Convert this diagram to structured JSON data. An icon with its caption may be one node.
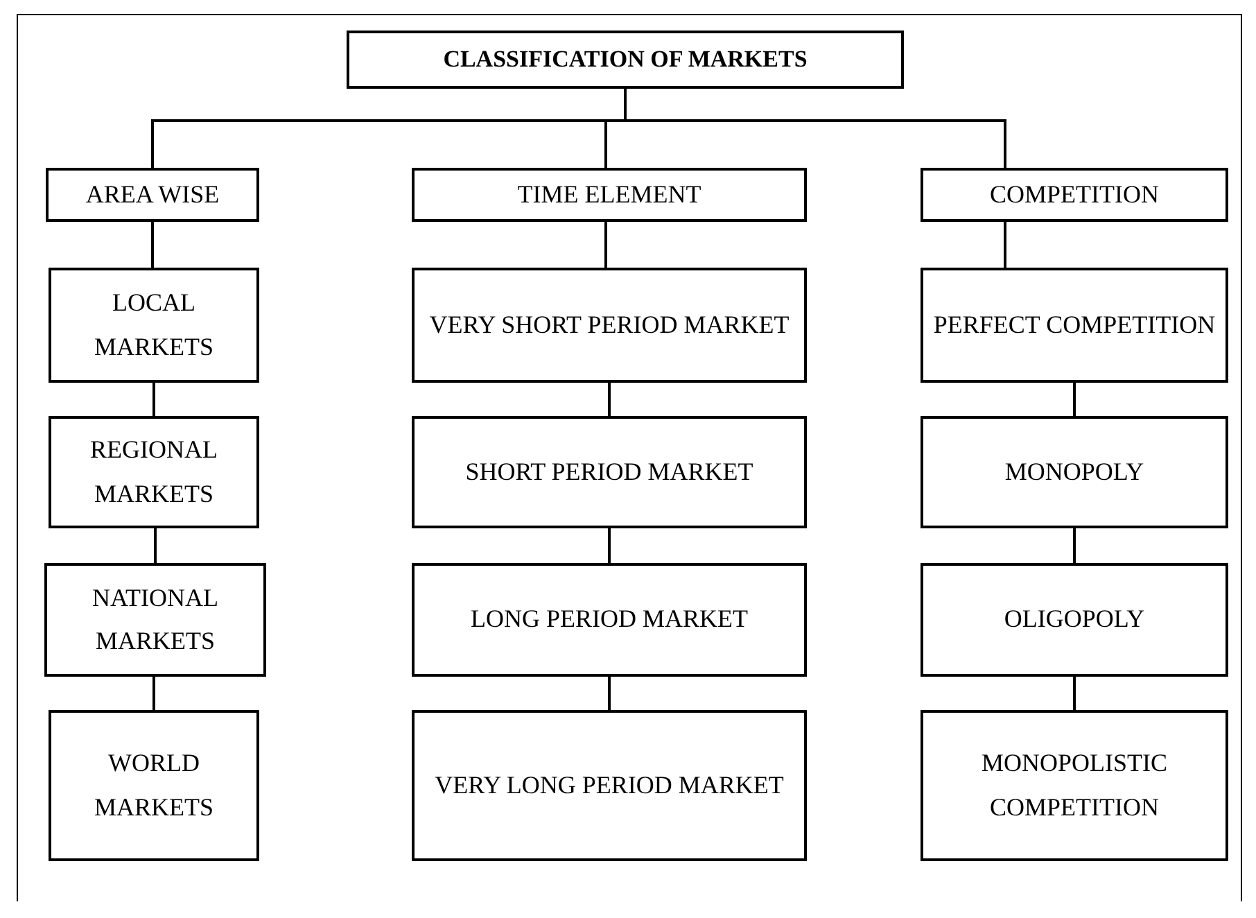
{
  "diagram": {
    "nodes": [
      {
        "text": [
          "CLASSIFICATION OF MARKETS"
        ]
      },
      {
        "text": [
          "AREA WISE"
        ]
      },
      {
        "text": [
          "TIME ELEMENT"
        ]
      },
      {
        "text": [
          "COMPETITION"
        ]
      },
      {
        "text": [
          "LOCAL MARKETS"
        ]
      },
      {
        "text": [
          "REGIONAL MARKETS"
        ]
      },
      {
        "text": [
          "NATIONAL MARKETS"
        ]
      },
      {
        "text": [
          "WORLD MARKETS"
        ]
      },
      {
        "text": [
          "VERY SHORT PERIOD MARKET"
        ]
      },
      {
        "text": [
          "SHORT PERIOD MARKET"
        ]
      },
      {
        "text": [
          "LONG PERIOD MARKET"
        ]
      },
      {
        "text": [
          "VERY LONG PERIOD MARKET"
        ]
      },
      {
        "text": [
          "PERFECT COMPETITION"
        ]
      },
      {
        "text": [
          "MONOPOLY"
        ]
      },
      {
        "text": [
          "OLIGOPOLY"
        ]
      },
      {
        "text": [
          "MONOPOLISTIC COMPETITION"
        ]
      }
    ],
    "edges": [
      {
        "from": 0,
        "to": 1,
        "arrow": "none"
      },
      {
        "from": 0,
        "to": 2,
        "arrow": "none"
      },
      {
        "from": 0,
        "to": 3,
        "arrow": "none"
      },
      {
        "from": 1,
        "to": 4,
        "arrow": "none"
      },
      {
        "from": 4,
        "to": 5,
        "arrow": "none"
      },
      {
        "from": 5,
        "to": 6,
        "arrow": "none"
      },
      {
        "from": 6,
        "to": 7,
        "arrow": "none"
      },
      {
        "from": 2,
        "to": 8,
        "arrow": "none"
      },
      {
        "from": 8,
        "to": 9,
        "arrow": "none"
      },
      {
        "from": 9,
        "to": 10,
        "arrow": "none"
      },
      {
        "from": 10,
        "to": 11,
        "arrow": "none"
      },
      {
        "from": 3,
        "to": 12,
        "arrow": "none"
      },
      {
        "from": 12,
        "to": 13,
        "arrow": "none"
      },
      {
        "from": 13,
        "to": 14,
        "arrow": "none"
      },
      {
        "from": 14,
        "to": 15,
        "arrow": "none"
      }
    ]
  }
}
